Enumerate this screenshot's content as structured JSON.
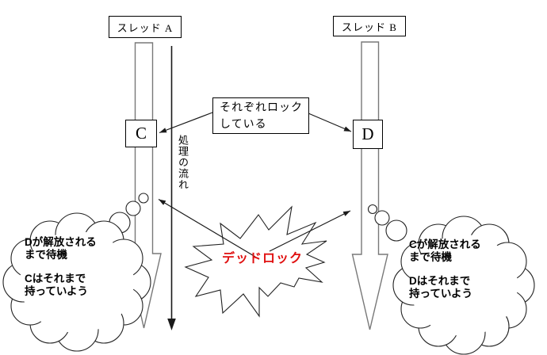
{
  "threads": {
    "a_label": "スレッド A",
    "b_label": "スレッド B"
  },
  "locks": {
    "c_label": "C",
    "d_label": "D"
  },
  "center_note": {
    "line1": "それぞれロック",
    "line2": "している"
  },
  "flow_label": "処理の流れ",
  "deadlock": {
    "label": "デッドロック",
    "color": "#e01010"
  },
  "thoughts": {
    "left": {
      "line1": "Dが解放される",
      "line2": "まで待機",
      "line3": "Cはそれまで",
      "line4": "持っていよう"
    },
    "right": {
      "line1": "Cが解放される",
      "line2": "まで待機",
      "line3": "Dはそれまで",
      "line4": "持っていよう"
    }
  },
  "colors": {
    "background": "#ffffff",
    "big_arrow_outline": "#787878",
    "line": "#1a1a1a",
    "deadlock_text": "#e01010"
  }
}
